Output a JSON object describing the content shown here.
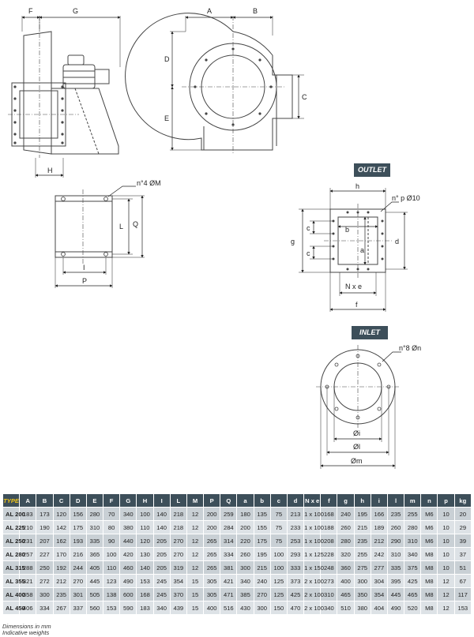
{
  "dims": {
    "F": "F",
    "G": "G",
    "A": "A",
    "B": "B",
    "C": "C",
    "D": "D",
    "E": "E",
    "H": "H",
    "M": "n°4 ØM",
    "L": "L",
    "Q": "Q",
    "I": "I",
    "P": "P",
    "h": "h",
    "p": "n° p Ø10",
    "b": "b",
    "c": "c",
    "g": "g",
    "a": "a",
    "d": "d",
    "Nxe": "N x e",
    "f": "f",
    "n": "n°8 Øn",
    "i": "Øi",
    "l": "Øl",
    "m": "Øm"
  },
  "tags": {
    "outlet": "OUTLET",
    "inlet": "INLET"
  },
  "table": {
    "headers": [
      "TYPE",
      "A",
      "B",
      "C",
      "D",
      "E",
      "F",
      "G",
      "H",
      "I",
      "L",
      "M",
      "P",
      "Q",
      "a",
      "b",
      "c",
      "d",
      "N x e",
      "f",
      "g",
      "h",
      "i",
      "l",
      "m",
      "n",
      "p",
      "kg"
    ],
    "rows": [
      [
        "AL 200",
        "183",
        "173",
        "120",
        "156",
        "280",
        "70",
        "340",
        "100",
        "140",
        "218",
        "12",
        "200",
        "259",
        "180",
        "135",
        "75",
        "213",
        "1 x 100",
        "168",
        "240",
        "195",
        "166",
        "235",
        "255",
        "M6",
        "10",
        "20"
      ],
      [
        "AL 225",
        "210",
        "190",
        "142",
        "175",
        "310",
        "80",
        "380",
        "110",
        "140",
        "218",
        "12",
        "200",
        "284",
        "200",
        "155",
        "75",
        "233",
        "1 x 100",
        "188",
        "260",
        "215",
        "189",
        "260",
        "280",
        "M6",
        "10",
        "29"
      ],
      [
        "AL 250",
        "231",
        "207",
        "162",
        "193",
        "335",
        "90",
        "440",
        "120",
        "205",
        "270",
        "12",
        "265",
        "314",
        "220",
        "175",
        "75",
        "253",
        "1 x 100",
        "208",
        "280",
        "235",
        "212",
        "290",
        "310",
        "M6",
        "10",
        "39"
      ],
      [
        "AL 280",
        "257",
        "227",
        "170",
        "216",
        "365",
        "100",
        "420",
        "130",
        "205",
        "270",
        "12",
        "265",
        "334",
        "260",
        "195",
        "100",
        "293",
        "1 x 125",
        "228",
        "320",
        "255",
        "242",
        "310",
        "340",
        "M8",
        "10",
        "37"
      ],
      [
        "AL 315",
        "288",
        "250",
        "192",
        "244",
        "405",
        "110",
        "460",
        "140",
        "205",
        "319",
        "12",
        "265",
        "381",
        "300",
        "215",
        "100",
        "333",
        "1 x 150",
        "248",
        "360",
        "275",
        "277",
        "335",
        "375",
        "M8",
        "10",
        "51"
      ],
      [
        "AL 355",
        "321",
        "272",
        "212",
        "270",
        "445",
        "123",
        "490",
        "153",
        "245",
        "354",
        "15",
        "305",
        "421",
        "340",
        "240",
        "125",
        "373",
        "2 x 100",
        "273",
        "400",
        "300",
        "304",
        "395",
        "425",
        "M8",
        "12",
        "67"
      ],
      [
        "AL 400",
        "358",
        "300",
        "235",
        "301",
        "505",
        "138",
        "600",
        "168",
        "245",
        "370",
        "15",
        "305",
        "471",
        "385",
        "270",
        "125",
        "425",
        "2 x 100",
        "310",
        "465",
        "350",
        "354",
        "445",
        "465",
        "M8",
        "12",
        "117"
      ],
      [
        "AL 450",
        "406",
        "334",
        "267",
        "337",
        "560",
        "153",
        "590",
        "183",
        "340",
        "439",
        "15",
        "400",
        "516",
        "430",
        "300",
        "150",
        "470",
        "2 x 100",
        "340",
        "510",
        "380",
        "404",
        "490",
        "520",
        "M8",
        "12",
        "153"
      ]
    ]
  },
  "notes": {
    "dimensions": "Dimensions in mm",
    "weights": "Indicative weights"
  }
}
